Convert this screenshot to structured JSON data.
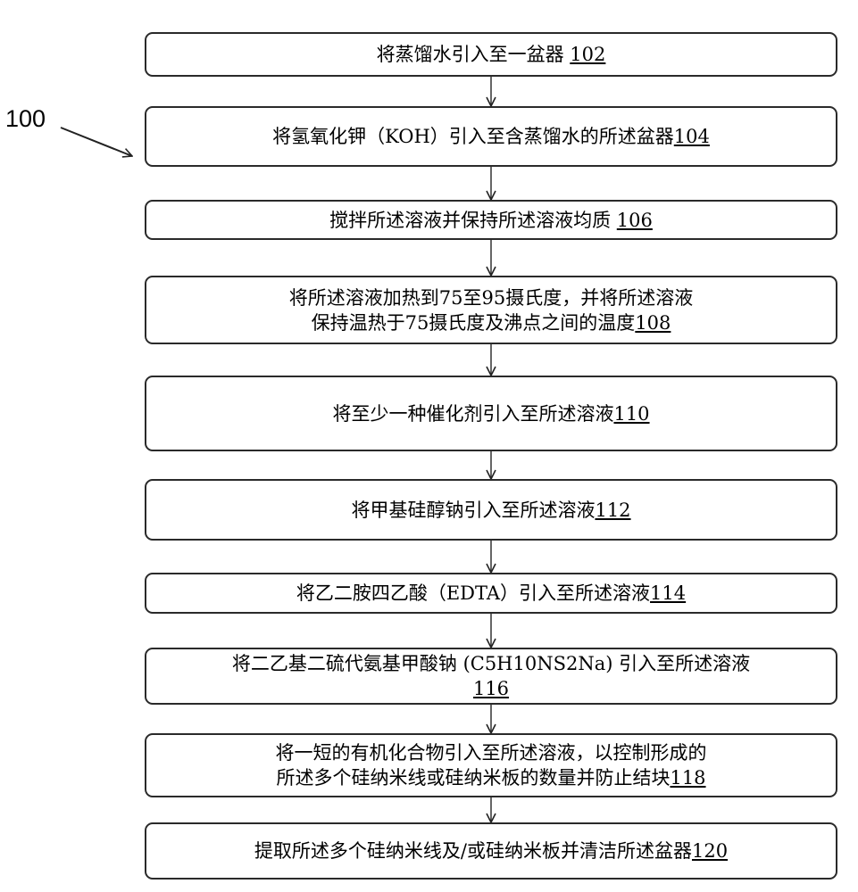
{
  "figure_label": "100",
  "steps": [
    {
      "lines": [
        "将蒸馏水引入至一盆器 "
      ],
      "ref": "102"
    },
    {
      "lines": [
        "将氢氧化钾（KOH）引入至含蒸馏水的所述盆器"
      ],
      "ref": "104"
    },
    {
      "lines": [
        "搅拌所述溶液并保持所述溶液均质 "
      ],
      "ref": "106"
    },
    {
      "lines": [
        "将所述溶液加热到75至95摄氏度，并将所述溶液",
        "保持温热于75摄氏度及沸点之间的温度"
      ],
      "ref": "108"
    },
    {
      "lines": [
        "将至少一种催化剂引入至所述溶液"
      ],
      "ref": "110"
    },
    {
      "lines": [
        "将甲基硅醇钠引入至所述溶液"
      ],
      "ref": "112"
    },
    {
      "lines": [
        "将乙二胺四乙酸（EDTA）引入至所述溶液"
      ],
      "ref": "114"
    },
    {
      "lines": [
        "将二乙基二硫代氨基甲酸钠 (C5H10NS2Na) 引入至所述溶液",
        ""
      ],
      "ref": "116"
    },
    {
      "lines": [
        "将一短的有机化合物引入至所述溶液，以控制形成的",
        "所述多个硅纳米线或硅纳米板的数量并防止结块"
      ],
      "ref": "118"
    },
    {
      "lines": [
        "提取所述多个硅纳米线及/或硅纳米板并清洁所述盆器"
      ],
      "ref": "120"
    }
  ]
}
